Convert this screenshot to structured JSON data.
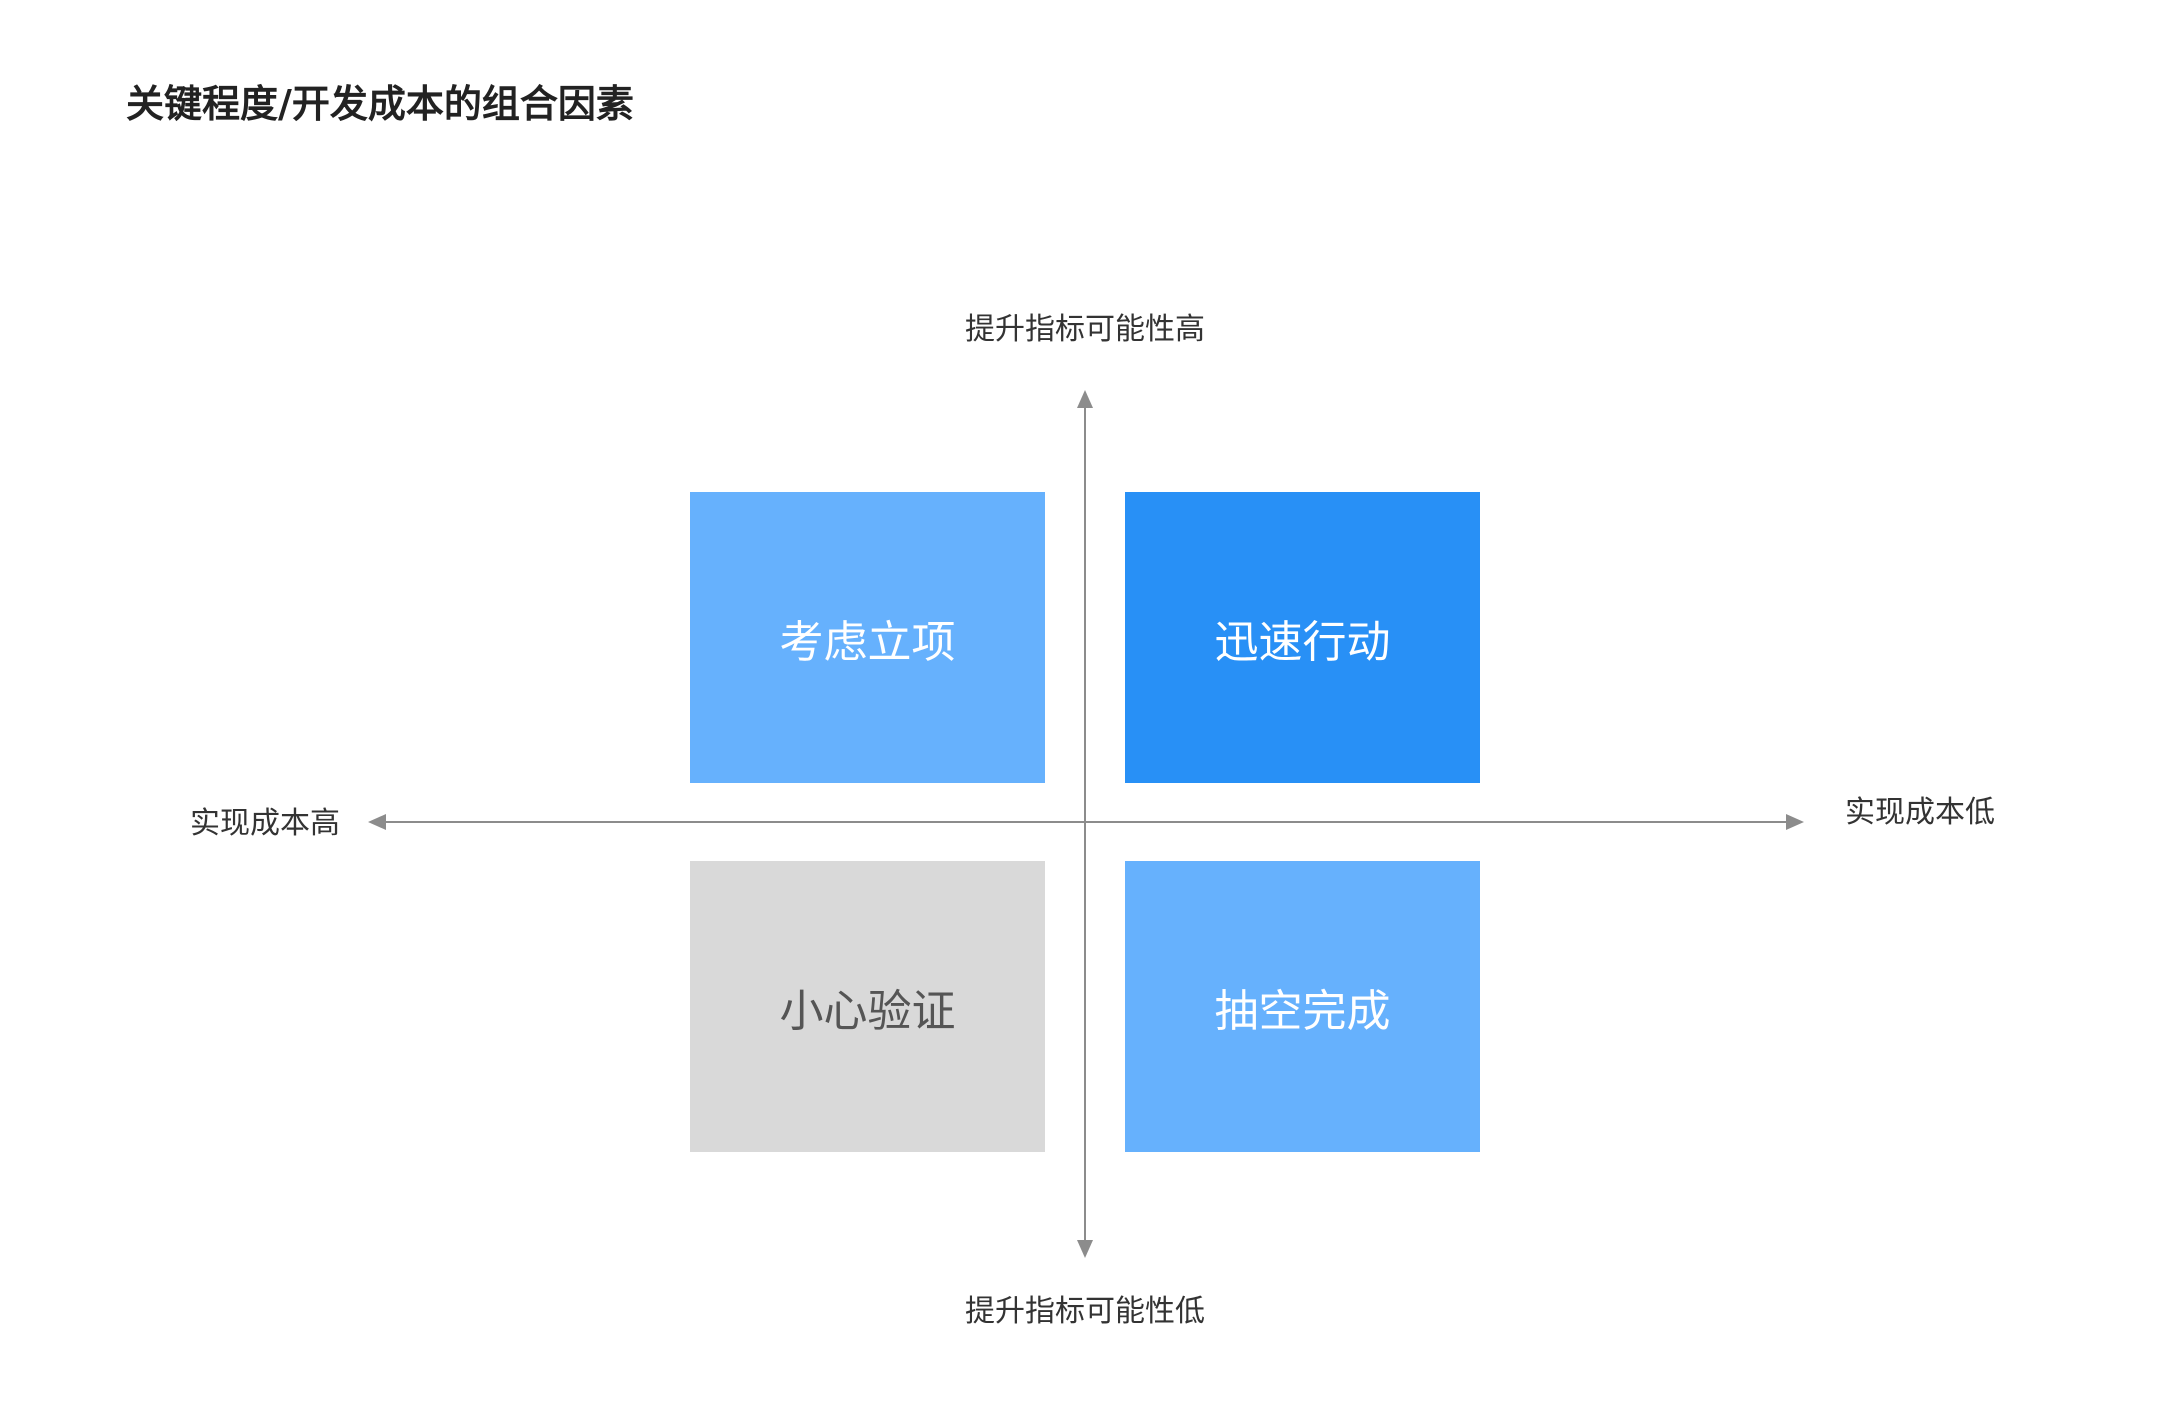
{
  "title": "关键程度/开发成本的组合因素",
  "axes": {
    "top": "提升指标可能性高",
    "bottom": "提升指标可能性低",
    "left": "实现成本高",
    "right": "实现成本低",
    "color": "#8c8c8c"
  },
  "quadrants": [
    {
      "label": "考虑立项",
      "position": "top-left",
      "bg": "#66b1fd",
      "fg": "#ffffff"
    },
    {
      "label": "迅速行动",
      "position": "top-right",
      "bg": "#2890f6",
      "fg": "#ffffff"
    },
    {
      "label": "小心验证",
      "position": "bottom-left",
      "bg": "#d9d9d9",
      "fg": "#555555"
    },
    {
      "label": "抽空完成",
      "position": "bottom-right",
      "bg": "#66b1fd",
      "fg": "#ffffff"
    }
  ]
}
